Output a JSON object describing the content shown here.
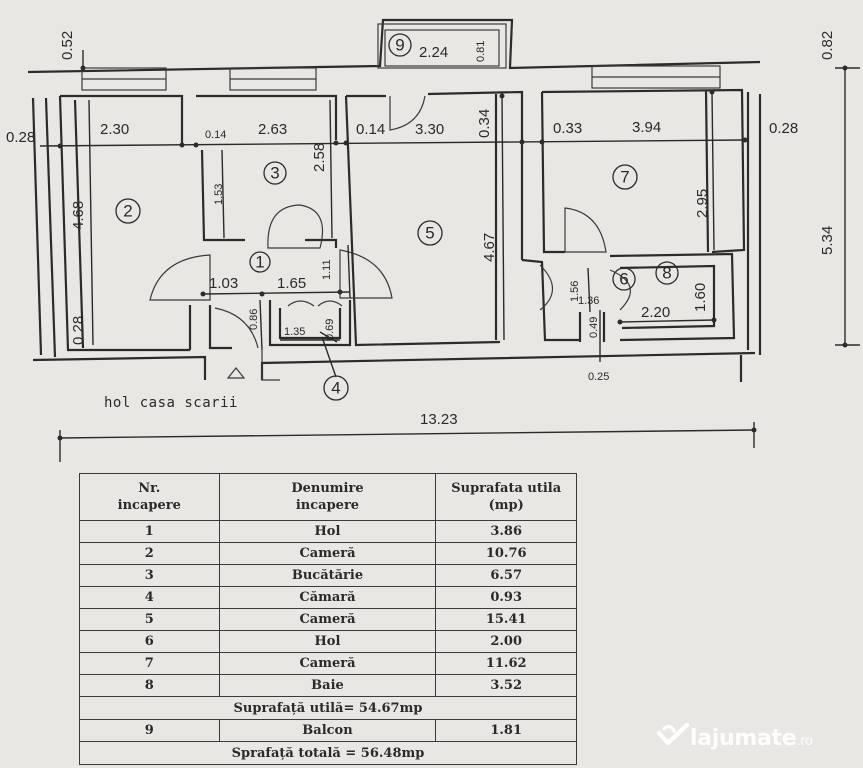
{
  "plan": {
    "dimensions": {
      "d_052": "0.52",
      "d_082": "0.82",
      "d_028_left": "0.28",
      "d_028_right": "0.28",
      "d_230": "2.30",
      "d_014a": "0.14",
      "d_263": "2.63",
      "d_014b": "0.14",
      "d_330": "3.30",
      "d_034": "0.34",
      "d_033": "0.33",
      "d_394": "3.94",
      "d_224": "2.24",
      "d_081": "0.81",
      "d_468": "4.68",
      "d_153": "1.53",
      "d_258": "2.58",
      "d_467": "4.67",
      "d_295": "2.95",
      "d_534": "5.34",
      "d_111": "1.11",
      "d_103": "1.03",
      "d_165": "1.65",
      "d_156": "1.56",
      "d_136": "1.36",
      "d_160": "1.60",
      "d_220": "2.20",
      "d_028_b": "0.28",
      "d_086": "0.86",
      "d_135": "1.35",
      "d_069": "0.69",
      "d_049": "0.49",
      "d_025": "0.25",
      "d_1323": "13.23"
    },
    "room_markers": [
      "1",
      "2",
      "3",
      "4",
      "5",
      "6",
      "7",
      "8",
      "9"
    ],
    "stair_label": "hol casa scarii"
  },
  "table": {
    "headers": [
      "Nr.\nincapere",
      "Denumire\nincapere",
      "Suprafata utila\n(mp)"
    ],
    "header_lines": [
      [
        "Nr.",
        "incapere"
      ],
      [
        "Denumire",
        "incapere"
      ],
      [
        "Suprafata utila",
        "(mp)"
      ]
    ],
    "rows": [
      {
        "nr": "1",
        "name": "Hol",
        "area": "3.86"
      },
      {
        "nr": "2",
        "name": "Cameră",
        "area": "10.76"
      },
      {
        "nr": "3",
        "name": "Bucătărie",
        "area": "6.57"
      },
      {
        "nr": "4",
        "name": "Cămară",
        "area": "0.93"
      },
      {
        "nr": "5",
        "name": "Cameră",
        "area": "15.41"
      },
      {
        "nr": "6",
        "name": "Hol",
        "area": "2.00"
      },
      {
        "nr": "7",
        "name": "Cameră",
        "area": "11.62"
      },
      {
        "nr": "8",
        "name": "Baie",
        "area": "3.52"
      }
    ],
    "useful_total": "Suprafață utilă= 54.67mp",
    "balcony": {
      "nr": "9",
      "name": "Balcon",
      "area": "1.81"
    },
    "grand_total": "Sprafață totală = 56.48mp"
  },
  "watermark": {
    "brand": "lajumate",
    "tld": ".ro"
  }
}
